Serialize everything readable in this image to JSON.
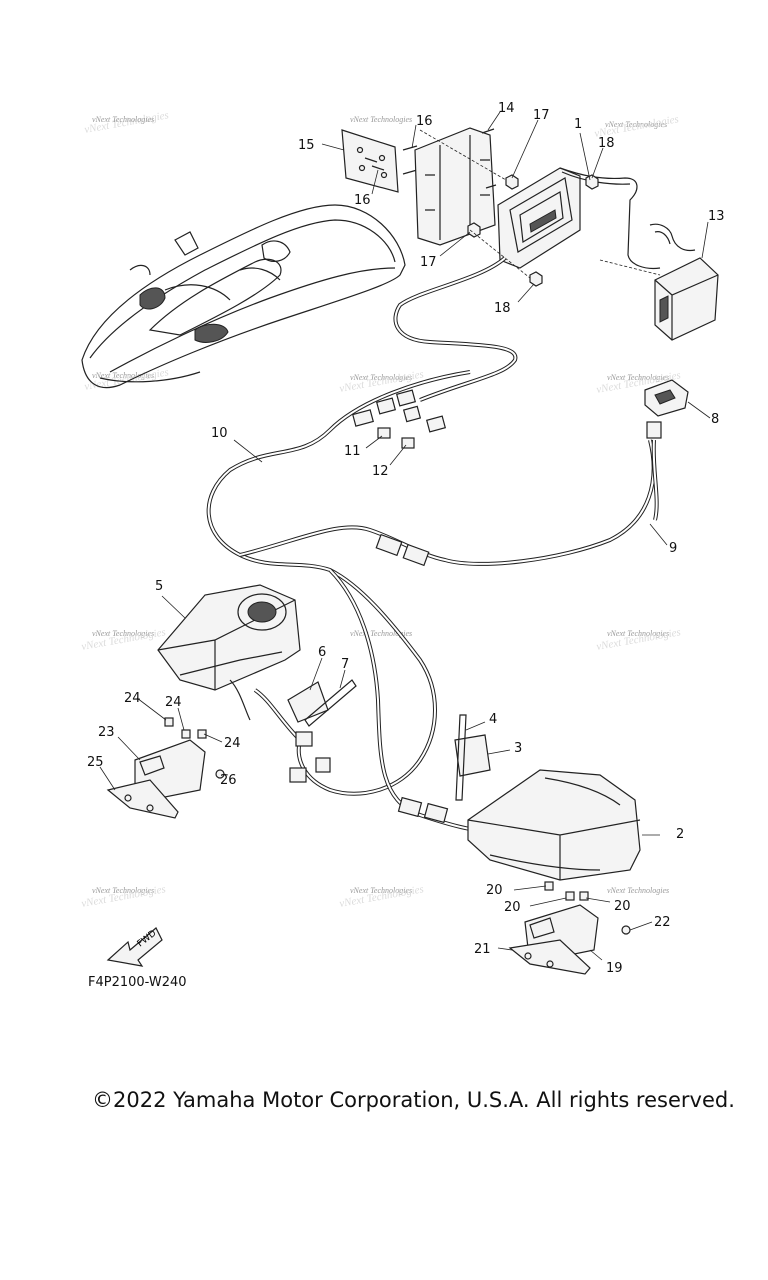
{
  "diagram": {
    "callouts": [
      "1",
      "2",
      "3",
      "4",
      "5",
      "6",
      "7",
      "8",
      "9",
      "10",
      "11",
      "12",
      "13",
      "14",
      "15",
      "16",
      "16",
      "17",
      "17",
      "18",
      "18",
      "19",
      "20",
      "20",
      "20",
      "21",
      "22",
      "23",
      "24",
      "24",
      "24",
      "25",
      "26"
    ],
    "watermark": "vNext Technologies",
    "direction_label": "FWD",
    "drawing_code": "F4P2100-W240"
  },
  "footer": {
    "copyright": "©2022 Yamaha Motor Corporation, U.S.A. All rights reserved."
  }
}
